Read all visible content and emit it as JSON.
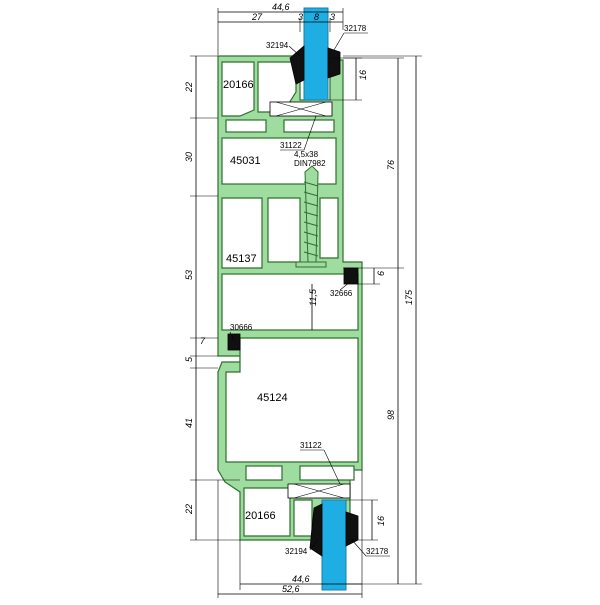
{
  "colors": {
    "profile_fill": "#9fdc9f",
    "profile_stroke": "#2f6f2f",
    "glass": "#1eaee4",
    "gasket": "#101010"
  },
  "parts": {
    "p20166_top": "20166",
    "p45031": "45031",
    "p45137": "45137",
    "p45124": "45124",
    "p20166_bottom": "20166",
    "g32194_top": "32194",
    "g32178_top": "32178",
    "g32194_bottom": "32194",
    "g32178_bottom": "32178",
    "c31122_top": "31122",
    "c31122_bottom": "31122",
    "c30666_left": "30666",
    "c32666_right": "32666",
    "screw_size": "4,5x38",
    "screw_std": "DIN7982"
  },
  "dimensions": {
    "top_total": "44,6",
    "top_27": "27",
    "top_3a": "3",
    "top_8": "8",
    "top_3b": "3",
    "left_22_top": "22",
    "left_30": "30",
    "left_53": "53",
    "left_7": "7",
    "left_5": "5",
    "left_41": "41",
    "left_22_bottom": "22",
    "right_16_top": "16",
    "right_76": "76",
    "right_175": "175",
    "right_6": "6",
    "mid_11_5": "11,5",
    "right_98": "98",
    "right_16_bottom": "16",
    "bottom_44_6": "44,6",
    "bottom_52_6": "52,6"
  }
}
